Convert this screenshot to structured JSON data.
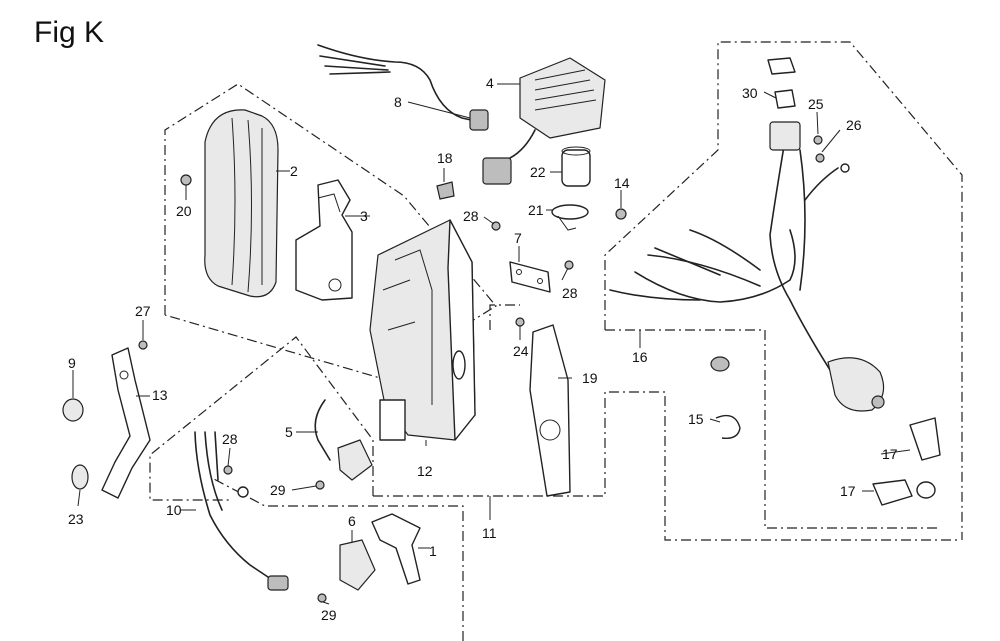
{
  "figure": {
    "title": "Fig K",
    "callouts": [
      {
        "id": "c1",
        "text": "1"
      },
      {
        "id": "c2",
        "text": "2"
      },
      {
        "id": "c3",
        "text": "3"
      },
      {
        "id": "c4",
        "text": "4"
      },
      {
        "id": "c5",
        "text": "5"
      },
      {
        "id": "c6",
        "text": "6"
      },
      {
        "id": "c7",
        "text": "7"
      },
      {
        "id": "c8",
        "text": "8"
      },
      {
        "id": "c9",
        "text": "9"
      },
      {
        "id": "c10",
        "text": "10"
      },
      {
        "id": "c11",
        "text": "11"
      },
      {
        "id": "c12",
        "text": "12"
      },
      {
        "id": "c13",
        "text": "13"
      },
      {
        "id": "c14",
        "text": "14"
      },
      {
        "id": "c15",
        "text": "15"
      },
      {
        "id": "c16",
        "text": "16"
      },
      {
        "id": "c17a",
        "text": "17"
      },
      {
        "id": "c17b",
        "text": "17"
      },
      {
        "id": "c18",
        "text": "18"
      },
      {
        "id": "c19",
        "text": "19"
      },
      {
        "id": "c20",
        "text": "20"
      },
      {
        "id": "c21",
        "text": "21"
      },
      {
        "id": "c22",
        "text": "22"
      },
      {
        "id": "c23",
        "text": "23"
      },
      {
        "id": "c24",
        "text": "24"
      },
      {
        "id": "c25",
        "text": "25"
      },
      {
        "id": "c26",
        "text": "26"
      },
      {
        "id": "c27",
        "text": "27"
      },
      {
        "id": "c28a",
        "text": "28"
      },
      {
        "id": "c28b",
        "text": "28"
      },
      {
        "id": "c28c",
        "text": "28"
      },
      {
        "id": "c29a",
        "text": "29"
      },
      {
        "id": "c29b",
        "text": "29"
      },
      {
        "id": "c30",
        "text": "30"
      }
    ]
  }
}
